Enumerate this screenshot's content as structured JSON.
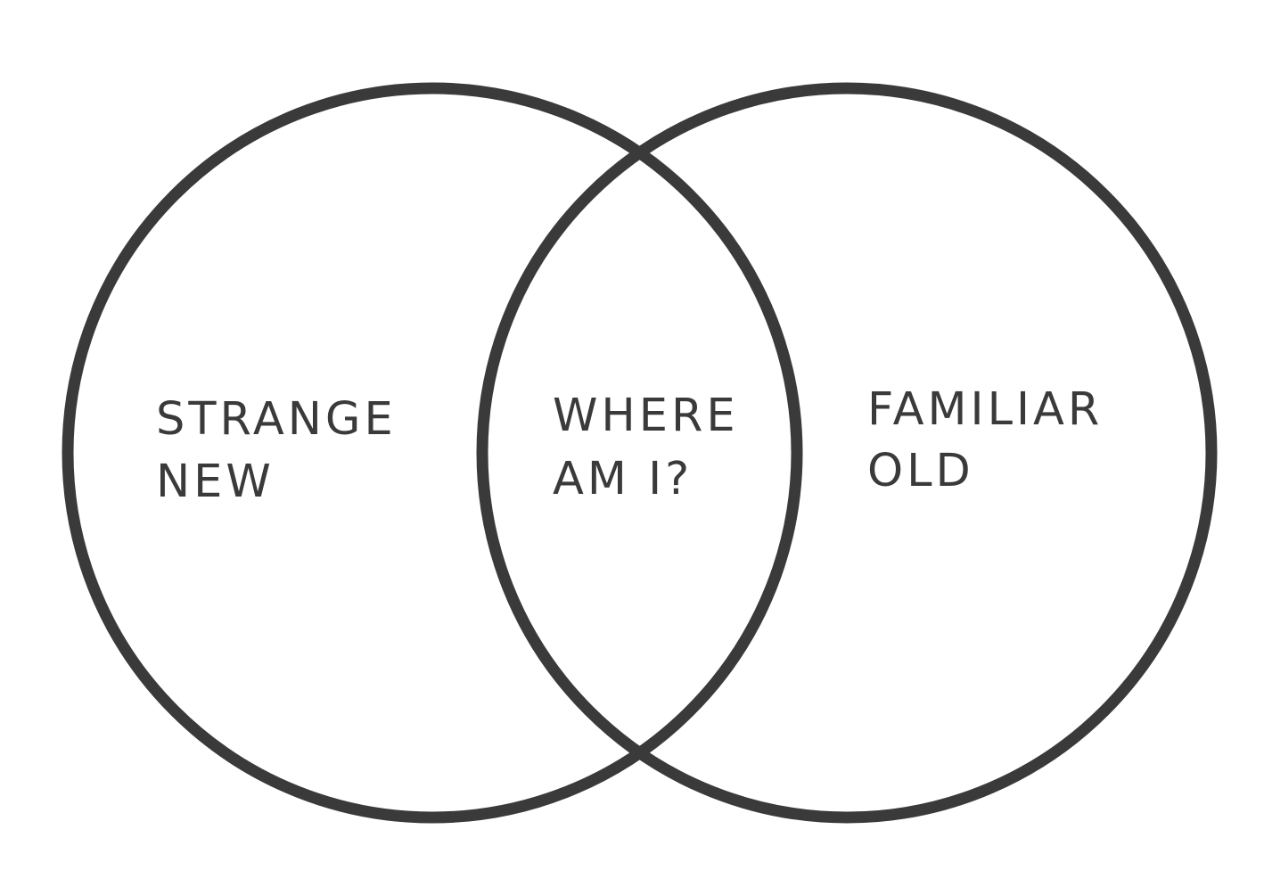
{
  "diagram": {
    "type": "venn",
    "stroke_color": "#3a3a3a",
    "text_color": "#3a3a3a",
    "background": "#ffffff",
    "left": {
      "line1": "STRANGE",
      "line2": "NEW"
    },
    "overlap": {
      "line1": "WHERE",
      "line2": "AM I?"
    },
    "right": {
      "line1": "FAMILIAR",
      "line2": "OLD"
    }
  }
}
